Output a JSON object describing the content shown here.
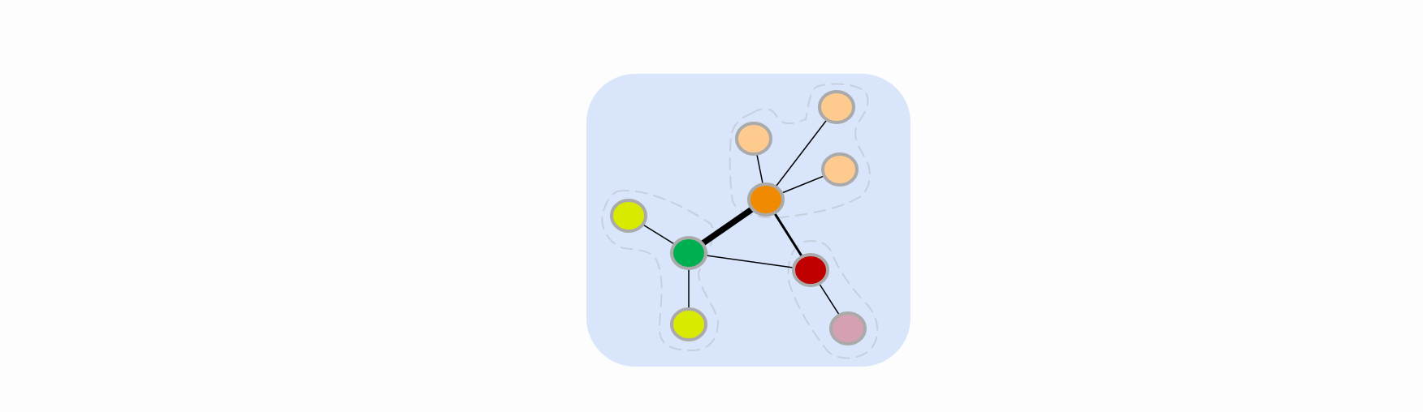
{
  "diagram": {
    "type": "network-graph",
    "colors": {
      "page_background": "#fdfdfd",
      "panel_background": "#d8e5fb",
      "node_border": "#aaaaaa",
      "edge": "#000000",
      "group_outline": "#c6cfdd"
    },
    "nodes": [
      {
        "id": "peach-top-left",
        "color": "#ffca8e"
      },
      {
        "id": "peach-top-right",
        "color": "#ffca8e"
      },
      {
        "id": "peach-right",
        "color": "#ffca8e"
      },
      {
        "id": "orange-hub",
        "color": "#f08a00"
      },
      {
        "id": "yellow-left",
        "color": "#d8ea00"
      },
      {
        "id": "green-hub",
        "color": "#00b050"
      },
      {
        "id": "red-node",
        "color": "#c00000"
      },
      {
        "id": "yellow-bottom",
        "color": "#d8ea00"
      },
      {
        "id": "pink-node",
        "color": "#d5a1b2"
      }
    ],
    "edges": [
      {
        "source": "orange-hub",
        "target": "peach-top-left",
        "weight": 1
      },
      {
        "source": "orange-hub",
        "target": "peach-top-right",
        "weight": 1
      },
      {
        "source": "orange-hub",
        "target": "peach-right",
        "weight": 1
      },
      {
        "source": "orange-hub",
        "target": "green-hub",
        "weight": 5
      },
      {
        "source": "orange-hub",
        "target": "red-node",
        "weight": 2
      },
      {
        "source": "green-hub",
        "target": "yellow-left",
        "weight": 1
      },
      {
        "source": "green-hub",
        "target": "yellow-bottom",
        "weight": 1
      },
      {
        "source": "green-hub",
        "target": "red-node",
        "weight": 1
      },
      {
        "source": "red-node",
        "target": "pink-node",
        "weight": 1
      }
    ],
    "groups": [
      {
        "id": "group-orange",
        "members": [
          "orange-hub",
          "peach-top-left",
          "peach-top-right",
          "peach-right"
        ]
      },
      {
        "id": "group-green",
        "members": [
          "green-hub",
          "yellow-left",
          "yellow-bottom"
        ]
      },
      {
        "id": "group-red",
        "members": [
          "red-node",
          "pink-node"
        ]
      }
    ]
  }
}
